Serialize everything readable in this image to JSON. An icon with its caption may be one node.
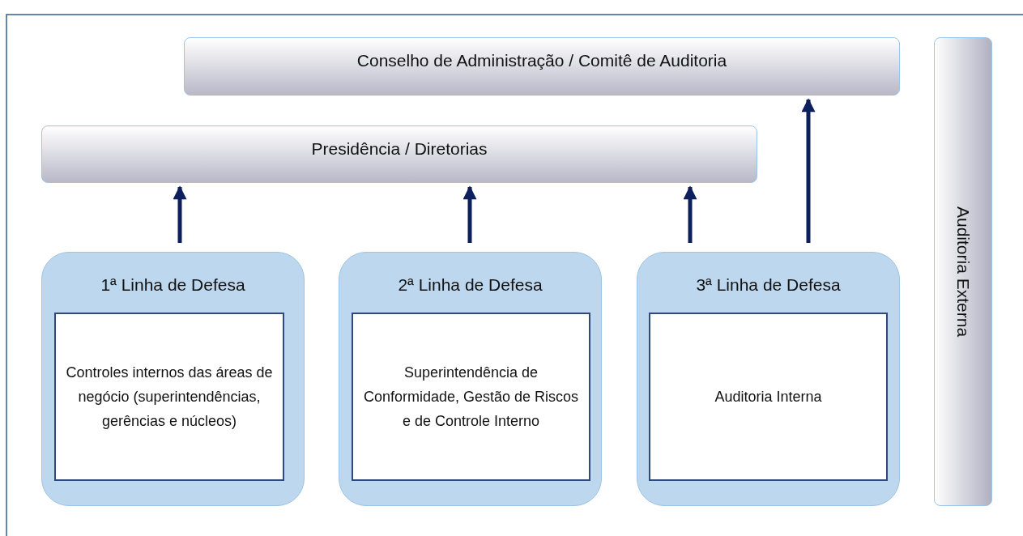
{
  "diagram": {
    "nodes": [
      {
        "text": [
          "Conselho de Administração / Comitê de Auditoria"
        ]
      },
      {
        "text": [
          "Presidência / Diretorias"
        ]
      },
      {
        "text": [
          "Auditoria Externa"
        ]
      },
      {
        "text": [
          "1ª Linha de Defesa"
        ]
      },
      {
        "text": [
          "Controles internos das áreas de negócio (superintendências, gerências e núcleos)"
        ],
        "in": 3
      },
      {
        "text": [
          "2ª Linha de Defesa"
        ]
      },
      {
        "text": [
          "Superintendência de Conformidade, Gestão de Riscos e de Controle Interno"
        ],
        "in": 5
      },
      {
        "text": [
          "3ª Linha de Defesa"
        ]
      },
      {
        "text": [
          "Auditoria Interna"
        ],
        "in": 7
      }
    ],
    "edges": [
      {
        "from": 3,
        "to": 1,
        "arrow": "to"
      },
      {
        "from": 5,
        "to": 1,
        "arrow": "to"
      },
      {
        "from": 7,
        "to": 1,
        "arrow": "to"
      },
      {
        "from": 7,
        "to": 0,
        "arrow": "to"
      }
    ]
  }
}
